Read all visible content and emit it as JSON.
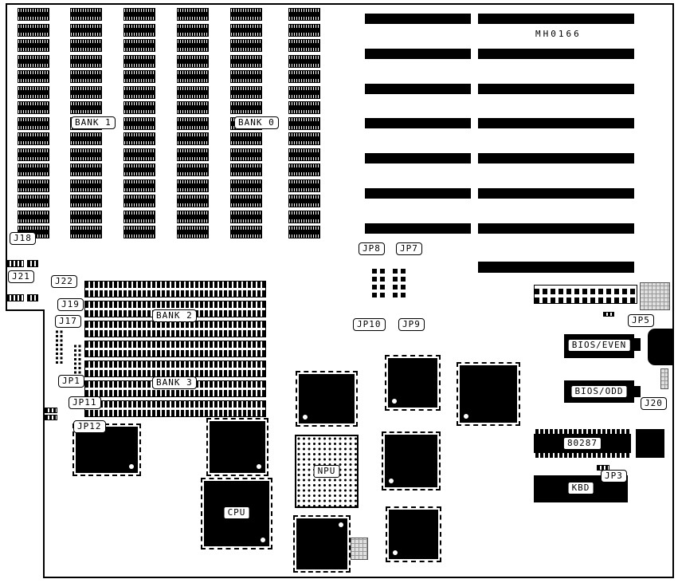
{
  "labels": {
    "mh0166": "MH0166",
    "bank0": "BANK 0",
    "bank1": "BANK 1",
    "bank2": "BANK 2",
    "bank3": "BANK 3",
    "cpu": "CPU",
    "npu": "NPU",
    "kbd": "KBD",
    "copro_80287": "80287",
    "bios_even": "BIOS/EVEN",
    "bios_odd": "BIOS/ODD",
    "j17": "J17",
    "j18": "J18",
    "j19": "J19",
    "j20": "J20",
    "j21": "J21",
    "j22": "J22",
    "jp1": "JP1",
    "jp3": "JP3",
    "jp5": "JP5",
    "jp7": "JP7",
    "jp8": "JP8",
    "jp9": "JP9",
    "jp10": "JP10",
    "jp11": "JP11",
    "jp12": "JP12"
  },
  "colors": {
    "board_line": "#000000",
    "chip": "#000000",
    "background": "#ffffff",
    "connector_gray": "#e0e0e0"
  }
}
